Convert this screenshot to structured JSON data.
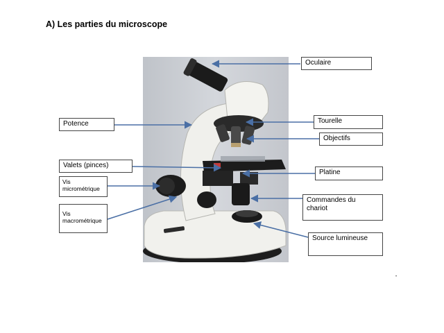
{
  "heading": "A)  Les parties du microscope",
  "labels": {
    "oculaire": "Oculaire",
    "potence": "Potence",
    "tourelle": "Tourelle",
    "objectifs": "Objectifs",
    "valets": "Valets (pinces)",
    "platine": "Platine",
    "vis_micro_1": "Vis",
    "vis_micro_2": "micrométrique",
    "vis_macro_1": "Vis",
    "vis_macro_2": "macrométrique",
    "commandes_1": "Commandes du",
    "commandes_2": "chariot",
    "source": "Source lumineuse"
  },
  "colors": {
    "arrow": "#4a6fa5",
    "body": "#eeeeea",
    "black": "#1a1a1a",
    "photo_bg": "#c9ccd2"
  }
}
